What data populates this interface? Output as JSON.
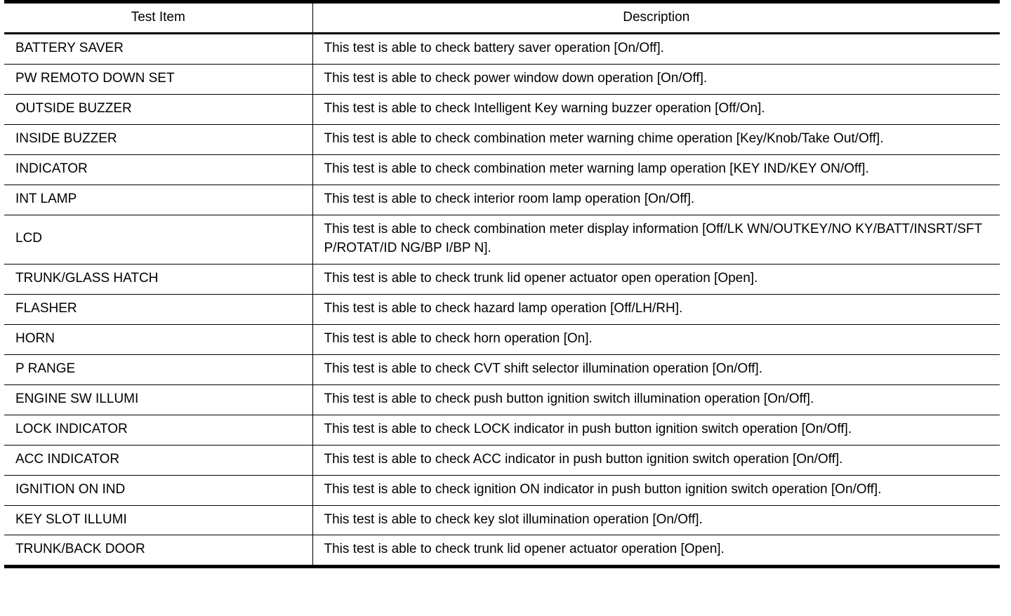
{
  "table": {
    "name": "work-support-test-item-table",
    "columns": [
      {
        "key": "item",
        "label": "Test Item"
      },
      {
        "key": "description",
        "label": "Description"
      }
    ],
    "rows": [
      {
        "item": "BATTERY SAVER",
        "description": "This test is able to check battery saver operation [On/Off]."
      },
      {
        "item": "PW REMOTO DOWN SET",
        "description": "This test is able to check power window down operation [On/Off]."
      },
      {
        "item": "OUTSIDE BUZZER",
        "description": "This test is able to check Intelligent Key warning buzzer operation [Off/On]."
      },
      {
        "item": "INSIDE BUZZER",
        "description": "This test is able to check combination meter warning chime operation [Key/Knob/Take Out/Off]."
      },
      {
        "item": "INDICATOR",
        "description": "This test is able to check combination meter warning lamp operation [KEY IND/KEY ON/Off]."
      },
      {
        "item": "INT LAMP",
        "description": "This test is able to check interior room lamp operation [On/Off]."
      },
      {
        "item": "LCD",
        "description": "This test is able to check combination meter display information [Off/LK WN/OUTKEY/NO KY/BATT/INSRT/SFT P/ROTAT/ID NG/BP I/BP N]."
      },
      {
        "item": "TRUNK/GLASS HATCH",
        "description": "This test is able to check trunk lid opener actuator open operation [Open]."
      },
      {
        "item": "FLASHER",
        "description": "This test is able to check hazard lamp operation [Off/LH/RH]."
      },
      {
        "item": "HORN",
        "description": "This test is able to check horn operation [On]."
      },
      {
        "item": "P RANGE",
        "description": "This test is able to check CVT shift selector illumination operation [On/Off]."
      },
      {
        "item": "ENGINE SW ILLUMI",
        "description": "This test is able to check push button ignition switch illumination operation [On/Off]."
      },
      {
        "item": "LOCK INDICATOR",
        "description": "This test is able to check LOCK indicator in push button ignition switch operation [On/Off]."
      },
      {
        "item": "ACC INDICATOR",
        "description": "This test is able to check ACC indicator in push button ignition switch operation [On/Off]."
      },
      {
        "item": "IGNITION ON IND",
        "description": "This test is able to check ignition ON indicator in push button ignition switch operation [On/Off]."
      },
      {
        "item": "KEY SLOT ILLUMI",
        "description": "This test is able to check key slot illumination operation [On/Off]."
      },
      {
        "item": "TRUNK/BACK DOOR",
        "description": "This test is able to check trunk lid opener actuator operation [Open]."
      }
    ]
  }
}
